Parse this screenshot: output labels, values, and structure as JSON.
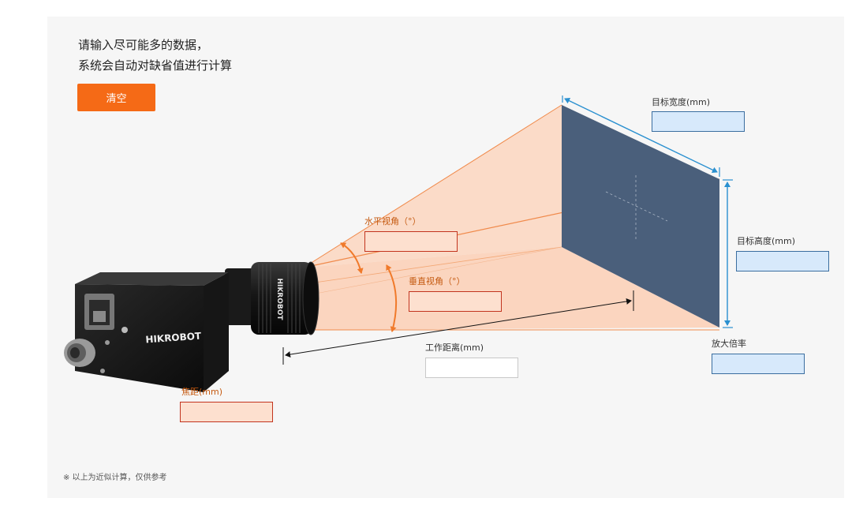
{
  "intro": {
    "line1": "请输入尽可能多的数据，",
    "line2": "系统会自动对缺省值进行计算"
  },
  "clear_button_label": "清空",
  "camera_brand": "HIKROBOT",
  "lens_brand": "HIKROBOT",
  "fields": {
    "horizontal_fov": {
      "label": "水平视角（°）",
      "value": ""
    },
    "vertical_fov": {
      "label": "垂直视角（°）",
      "value": ""
    },
    "focal_length": {
      "label": "焦距(mm)",
      "value": ""
    },
    "working_distance": {
      "label": "工作距离(mm)",
      "value": ""
    },
    "target_width": {
      "label": "目标宽度(mm)",
      "value": ""
    },
    "target_height": {
      "label": "目标高度(mm)",
      "value": ""
    },
    "magnification": {
      "label": "放大倍率",
      "value": ""
    }
  },
  "footnote": "※ 以上为近似计算，仅供参考",
  "colors": {
    "accent": "#f56a16",
    "fov_fill": "#fbdcca",
    "fov_line": "#f08a4b",
    "target": "#4a5f7b",
    "dimension": "#2a90d0",
    "orange_input": "#fde0cf",
    "blue_input": "#d7e9fb"
  },
  "icons": [
    "camera-body-image",
    "lens-image",
    "ethernet-port-icon",
    "io-connector-icon",
    "target-plane",
    "crosshair-icon"
  ]
}
